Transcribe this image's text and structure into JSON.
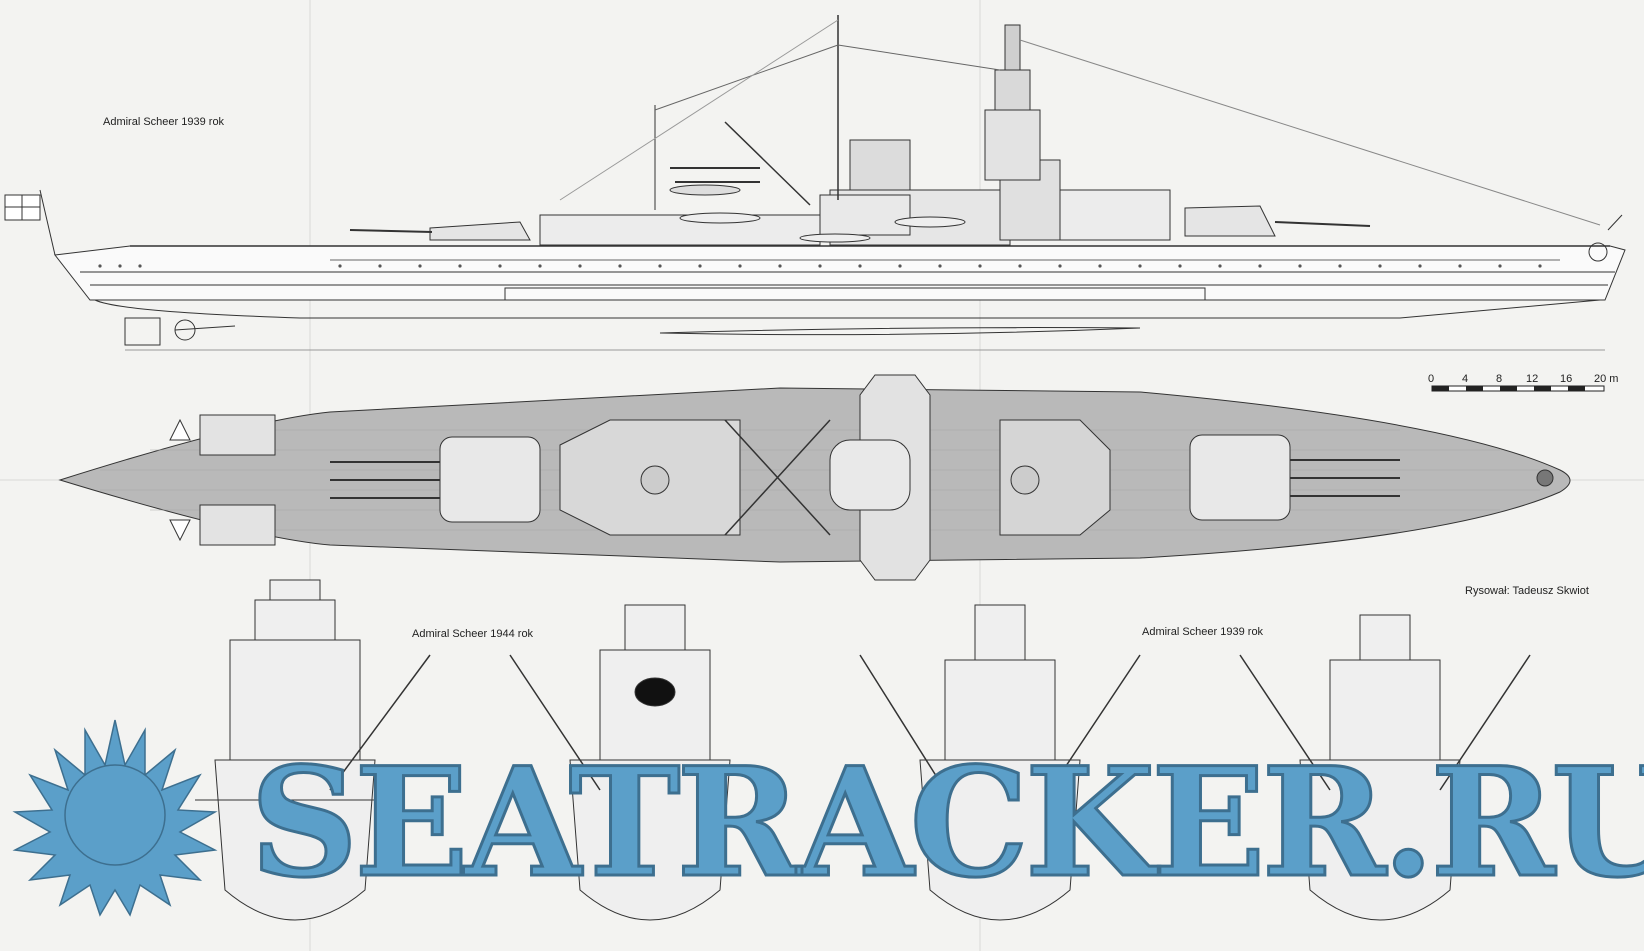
{
  "labels": {
    "top_profile": "Admiral Scheer 1939 rok",
    "bottom_left": "Admiral Scheer 1944 rok",
    "bottom_right": "Admiral Scheer 1939 rok",
    "author": "Rysował: Tadeusz Skwiot"
  },
  "scale": {
    "ticks": [
      "0",
      "4",
      "8",
      "12",
      "16",
      "20 m"
    ]
  },
  "watermark": {
    "text": "SEATRACKER.RU",
    "color": "#5b9fc9"
  }
}
